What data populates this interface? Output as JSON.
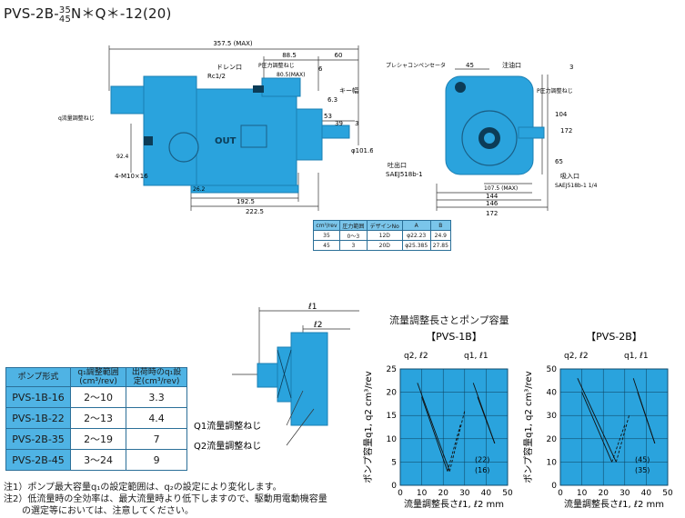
{
  "title": {
    "main": "PVS-2B-",
    "frac_top": "35",
    "frac_bottom": "45",
    "rest": "N＊Q＊-12(20)"
  },
  "colors": {
    "body": "#2aa3dd",
    "body_dark": "#1a7fb3",
    "chart_bg": "#2aa3dd",
    "line": "#222222"
  },
  "side_view": {
    "dims": {
      "max_len": "357.5 (MAX)",
      "d_88_5": "88.5",
      "d_60": "60",
      "d_80_5": "80.5(MAX)",
      "d_6": "6",
      "d_53": "53",
      "d_39": "39",
      "d_3": "3",
      "d_192_5": "192.5",
      "d_222_5": "222.5",
      "d_26_2": "26.2",
      "d_92_4": "92.4",
      "d_16_6": "φ101.6",
      "bolt": "4-M10×16",
      "key": "キー幅",
      "key_val": "6.3"
    },
    "labels": {
      "drain": "ドレン口",
      "rc": "Rc1/2",
      "p_adj": "P圧力調整ねじ",
      "q_adj": "q流量調整ねじ",
      "out": "OUT"
    }
  },
  "front_view": {
    "labels": {
      "precomp": "プレシャコンペンセータ",
      "inlet_top": "注油口",
      "p_adj": "P圧力調整ねじ",
      "discharge": "吐出口",
      "discharge_spec": "SAEJ518b-1",
      "suction": "吸入口",
      "suction_spec": "SAEJ518b-1 1/4"
    },
    "dims": {
      "d_45": "45",
      "d_3": "3",
      "d_104": "104",
      "d_172": "172",
      "d_65": "65",
      "d_107_5": "107.5 (MAX)",
      "d_144": "144",
      "d_146": "146",
      "d_172b": "172"
    }
  },
  "capacity_table": {
    "headers": [
      "cm³/rev",
      "圧力範囲",
      "デザインNo",
      "A",
      "B"
    ],
    "rows": [
      [
        "35",
        "0〜3",
        "12D",
        "φ22.23",
        "24.9"
      ],
      [
        "45",
        "3",
        "20D",
        "φ25.385",
        "27.85"
      ]
    ]
  },
  "adjust_figure": {
    "l1": "ℓ1",
    "l2": "ℓ2",
    "q1": "Q1流量調整ねじ",
    "q2": "Q2流量調整ねじ"
  },
  "spec_table": {
    "headers": [
      "ポンプ形式",
      "q₁調整範囲(cm³/rev)",
      "出荷時のq₁設定(cm³/rev)"
    ],
    "rows": [
      [
        "PVS-1B-16",
        "2〜10",
        "3.3"
      ],
      [
        "PVS-1B-22",
        "2〜13",
        "4.4"
      ],
      [
        "PVS-2B-35",
        "2〜19",
        "7"
      ],
      [
        "PVS-2B-45",
        "3〜24",
        "9"
      ]
    ]
  },
  "notes": [
    "注1）ポンプ最大容量q₁の設定範囲は、q₂の設定により変化します。",
    "注2）低流量時の全効率は、最大流量時より低下しますので、駆動用電動機容量",
    "　　の選定等においては、注意してください。"
  ],
  "charts_title": "流量調整長さとポンプ容量",
  "chart_data": [
    {
      "type": "line",
      "title": "【PVS-1B】",
      "xlabel": "流量調整長さℓ1, ℓ2 mm",
      "ylabel": "ポンプ容量q1, q2 cm³/rev",
      "xlim": [
        0,
        50
      ],
      "ylim": [
        0,
        25
      ],
      "xticks": [
        0,
        10,
        20,
        30,
        40,
        50
      ],
      "yticks": [
        0,
        5,
        10,
        15,
        20,
        25
      ],
      "grid": true,
      "top_labels": [
        "q2, ℓ2",
        "q1, ℓ1"
      ],
      "legend": [
        "(22)",
        "(16)"
      ],
      "series": [
        {
          "name": "(22)",
          "dash": false,
          "x": [
            8,
            23
          ],
          "y": [
            22,
            3
          ]
        },
        {
          "name": "(22)",
          "dash": true,
          "x": [
            23,
            30
          ],
          "y": [
            3,
            16
          ]
        },
        {
          "name": "(16)",
          "dash": false,
          "x": [
            10,
            22
          ],
          "y": [
            19,
            3
          ]
        },
        {
          "name": "(16)",
          "dash": true,
          "x": [
            22,
            28
          ],
          "y": [
            3,
            13
          ]
        },
        {
          "name": "(22)",
          "dash": false,
          "x": [
            34,
            44
          ],
          "y": [
            22,
            9
          ]
        },
        {
          "name": "(16)",
          "dash": false,
          "x": [
            36,
            44
          ],
          "y": [
            19,
            9
          ]
        }
      ]
    },
    {
      "type": "line",
      "title": "【PVS-2B】",
      "xlabel": "流量調整長さℓ1, ℓ2 mm",
      "ylabel": "ポンプ容量q1, q2 cm³/rev",
      "xlim": [
        0,
        50
      ],
      "ylim": [
        0,
        50
      ],
      "xticks": [
        0,
        10,
        20,
        30,
        40,
        50
      ],
      "yticks": [
        0,
        10,
        20,
        30,
        40,
        50
      ],
      "grid": true,
      "top_labels": [
        "q2, ℓ2",
        "q1, ℓ1"
      ],
      "legend": [
        "(45)",
        "(35)"
      ],
      "series": [
        {
          "name": "(45)",
          "dash": false,
          "x": [
            8,
            26
          ],
          "y": [
            46,
            10
          ]
        },
        {
          "name": "(45)",
          "dash": true,
          "x": [
            26,
            32
          ],
          "y": [
            10,
            30
          ]
        },
        {
          "name": "(35)",
          "dash": false,
          "x": [
            10,
            24
          ],
          "y": [
            40,
            10
          ]
        },
        {
          "name": "(35)",
          "dash": true,
          "x": [
            24,
            30
          ],
          "y": [
            10,
            26
          ]
        },
        {
          "name": "(45)",
          "dash": false,
          "x": [
            34,
            44
          ],
          "y": [
            46,
            18
          ]
        },
        {
          "name": "(35)",
          "dash": false,
          "x": [
            36,
            44
          ],
          "y": [
            40,
            18
          ]
        }
      ]
    }
  ]
}
